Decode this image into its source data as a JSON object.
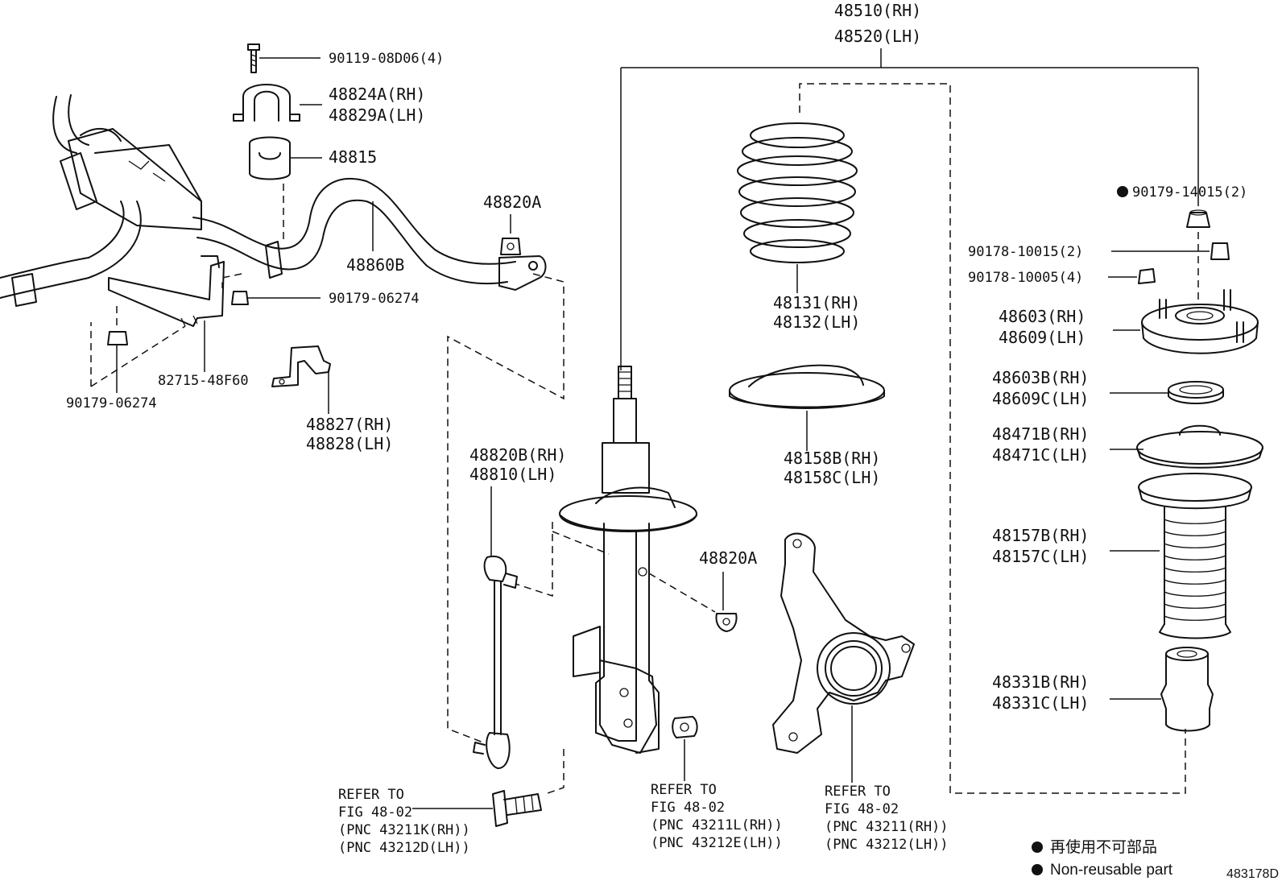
{
  "parts": {
    "strut_assembly": [
      "48510(RH)",
      "48520(LH)"
    ],
    "bolt_stabilizer_bracket": "90119-08D06(4)",
    "bracket_stabilizer_bushing": [
      "48824A(RH)",
      "48829A(LH)"
    ],
    "bushing_stabilizer": "48815",
    "nut_48820a_top": "48820A",
    "stabilizer_bar": "48860B",
    "nut_90179_06274_right": "90179-06274",
    "bracket_82715": "82715-48F60",
    "nut_90179_06274_left": "90179-06274",
    "bracket_48827": [
      "48827(RH)",
      "48828(LH)"
    ],
    "coil_spring": [
      "48131(RH)",
      "48132(LH)"
    ],
    "spring_insulator": [
      "48158B(RH)",
      "48158C(LH)"
    ],
    "stabilizer_link": [
      "48820B(RH)",
      "48810(LH)"
    ],
    "nut_48820a_bottom": "48820A",
    "nut_non_reusable": "90179-14015(2)",
    "nut_90178_10015": "90178-10015(2)",
    "nut_90178_10005": "90178-10005(4)",
    "support_mount": [
      "48603(RH)",
      "48609(LH)"
    ],
    "bearing": [
      "48603B(RH)",
      "48609C(LH)"
    ],
    "upper_seat": [
      "48471B(RH)",
      "48471C(LH)"
    ],
    "dust_boot": [
      "48157B(RH)",
      "48157C(LH)"
    ],
    "bump_stopper": [
      "48331B(RH)",
      "48331C(LH)"
    ]
  },
  "references": {
    "bolt": [
      "REFER TO",
      "FIG 48-02",
      "(PNC 43211K(RH))",
      "(PNC 43212D(LH))"
    ],
    "bushing": [
      "REFER TO",
      "FIG 48-02",
      "(PNC 43211L(RH))",
      "(PNC 43212E(LH))"
    ],
    "knuckle": [
      "REFER TO",
      "FIG 48-02",
      "(PNC 43211(RH))",
      "(PNC 43212(LH))"
    ]
  },
  "legend": {
    "japanese": "再使用不可部品",
    "english": "Non-reusable part"
  },
  "figure_id": "483178D"
}
